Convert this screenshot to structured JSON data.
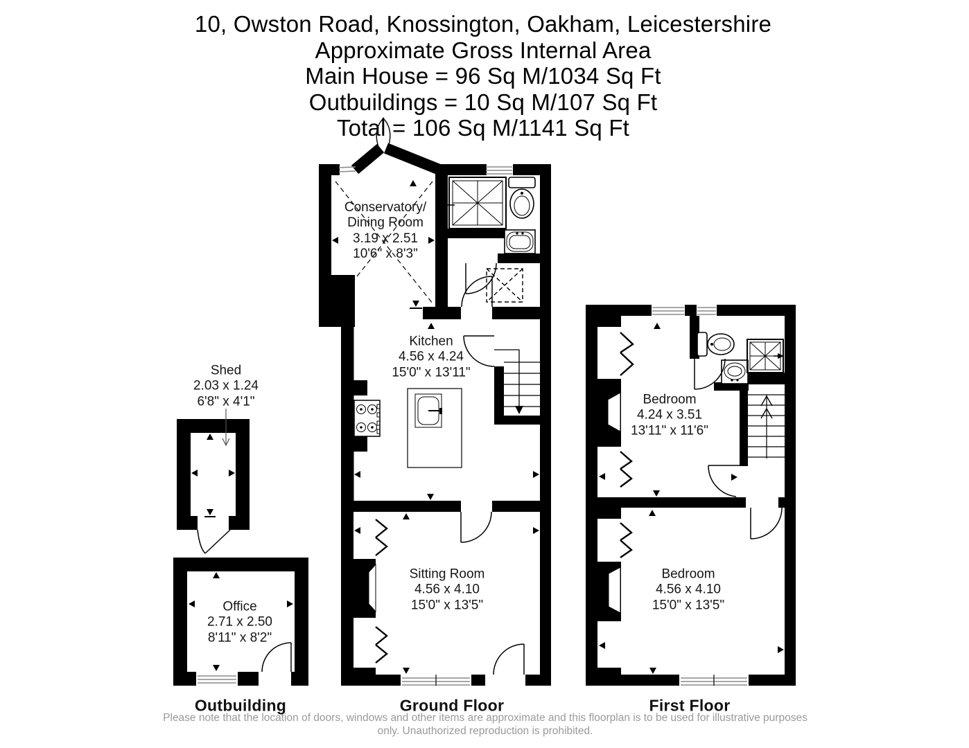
{
  "title": {
    "line1": "10, Owston Road, Knossington, Oakham, Leicestershire",
    "line2": "Approximate Gross Internal Area",
    "line3": "Main House = 96 Sq M/1034 Sq Ft",
    "line4": "Outbuildings = 10 Sq M/107 Sq Ft",
    "line5": "Total = 106 Sq M/1141 Sq Ft"
  },
  "rooms": {
    "conservatory": {
      "name_line1": "Conservatory/",
      "name_line2": "Dining Room",
      "metric": "3.19 x 2.51",
      "imperial": "10'6\" x 8'3\""
    },
    "kitchen": {
      "name": "Kitchen",
      "metric": "4.56 x 4.24",
      "imperial": "15'0\" x 13'11\""
    },
    "sitting_room": {
      "name": "Sitting Room",
      "metric": "4.56 x 4.10",
      "imperial": "15'0\" x 13'5\""
    },
    "bedroom_front": {
      "name": "Bedroom",
      "metric": "4.24 x 3.51",
      "imperial": "13'11\" x 11'6\""
    },
    "bedroom_back": {
      "name": "Bedroom",
      "metric": "4.56 x 4.10",
      "imperial": "15'0\" x 13'5\""
    },
    "shed": {
      "name": "Shed",
      "metric": "2.03 x 1.24",
      "imperial": "6'8\" x 4'1\""
    },
    "office": {
      "name": "Office",
      "metric": "2.71 x 2.50",
      "imperial": "8'11\" x 8'2\""
    }
  },
  "floors": {
    "outbuilding_label": "Outbuilding",
    "ground_floor_label": "Ground Floor",
    "first_floor_label": "First Floor"
  },
  "disclaimer": "Please note that the location of doors, windows and other items are approximate and this floorplan is to be used for illustrative purposes only. Unauthorized reproduction is prohibited.",
  "colors": {
    "wall": "#000000",
    "background": "#ffffff",
    "glazing": "#8a8a8a",
    "disclaimer_text": "#9a9a9a"
  }
}
